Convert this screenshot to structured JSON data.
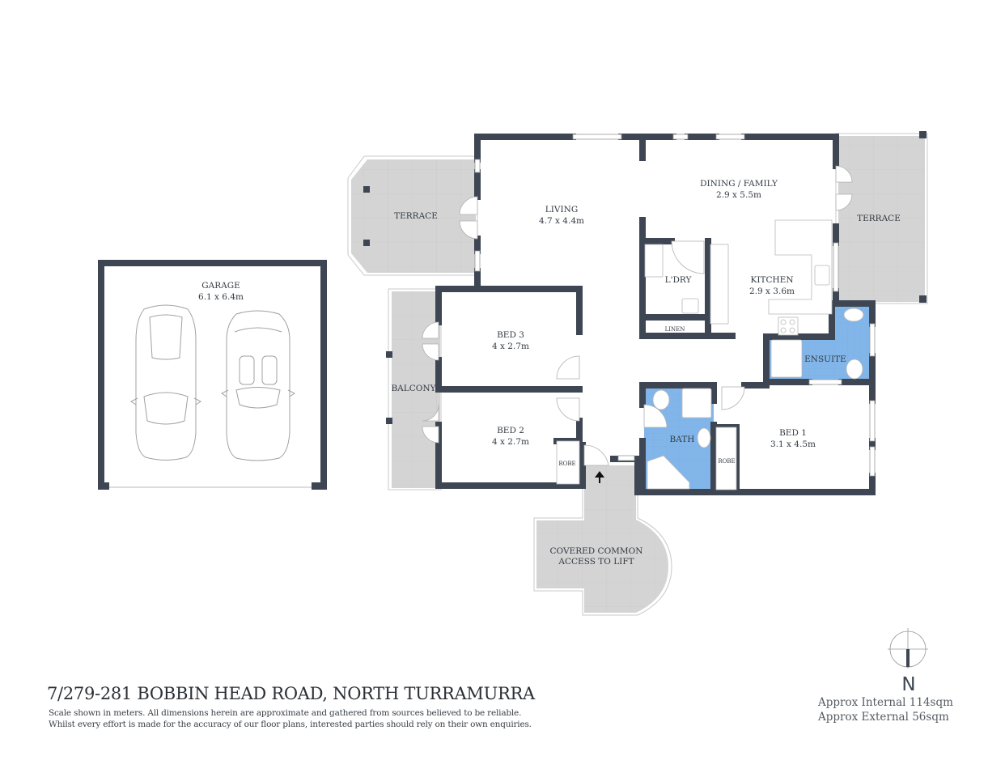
{
  "title": "7/279-281 BOBBIN HEAD ROAD, NORTH TURRAMURRA",
  "disclaimer": [
    "Scale shown in meters. All dimensions herein are approximate and gathered from sources believed to be  reliable.",
    "Whilst every effort is made for the accuracy of our floor plans, interested parties should rely on their own enquiries."
  ],
  "areas": {
    "internal": "Approx Internal 114sqm",
    "external": "Approx External 56sqm"
  },
  "compass": {
    "label": "N"
  },
  "colors": {
    "wall": "#3d4652",
    "outdoor": "#d4d4d4",
    "wet_area": "#82b6ea",
    "text": "#333a42"
  },
  "rooms": {
    "garage": {
      "name": "GARAGE",
      "size": "6.1 x 6.4m"
    },
    "terrace_west": {
      "name": "TERRACE"
    },
    "living": {
      "name": "LIVING",
      "size": "4.7 x 4.4m"
    },
    "dining": {
      "name": "DINING / FAMILY",
      "size": "2.9 x 5.5m"
    },
    "terrace_east": {
      "name": "TERRACE"
    },
    "laundry": {
      "name": "L'DRY"
    },
    "linen": {
      "name": "LINEN"
    },
    "kitchen": {
      "name": "KITCHEN",
      "size": "2.9 x 3.6m"
    },
    "ensuite": {
      "name": "ENSUITE"
    },
    "balcony": {
      "name": "BALCONY"
    },
    "bed3": {
      "name": "BED 3",
      "size": "4 x 2.7m"
    },
    "bed2": {
      "name": "BED 2",
      "size": "4 x 2.7m"
    },
    "robe_bed2": {
      "name": "ROBE"
    },
    "bath": {
      "name": "BATH"
    },
    "robe_bed1": {
      "name": "ROBE"
    },
    "bed1": {
      "name": "BED 1",
      "size": "3.1 x 4.5m"
    },
    "common_access": {
      "line1": "COVERED COMMON",
      "line2": "ACCESS TO LIFT"
    }
  }
}
